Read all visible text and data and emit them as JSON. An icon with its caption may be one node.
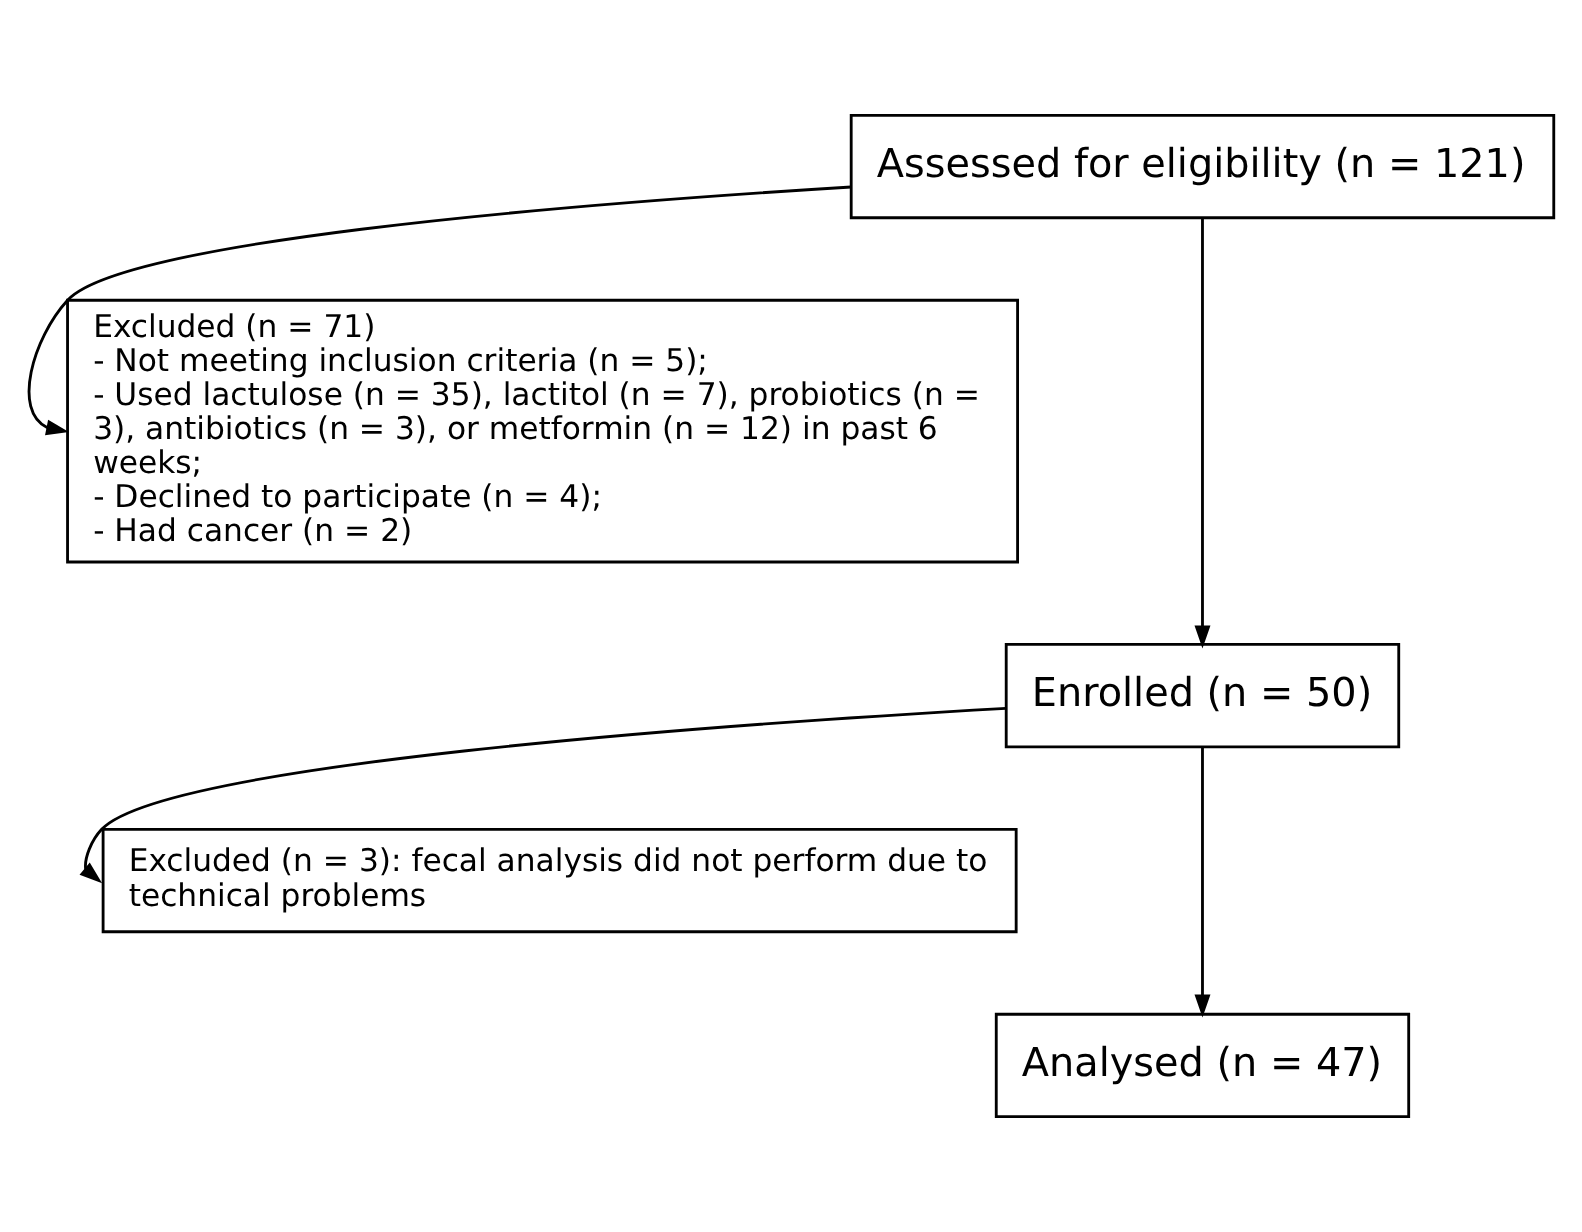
{
  "diagram": {
    "nodes": [
      {
        "text": [
          "Assessed for eligibility (n = 121)"
        ]
      },
      {
        "text": [
          "Excluded (n = 71)",
          "- Not meeting inclusion criteria (n = 5);",
          "- Used lactulose (n = 35), lactitol (n = 7), probiotics (n = 3), antibiotics (n = 3), or metformin (n = 12) in past 6 weeks;",
          "- Declined to participate (n = 4);",
          "- Had cancer (n = 2)"
        ]
      },
      {
        "text": [
          "Enrolled (n = 50)"
        ]
      },
      {
        "text": [
          "Excluded (n = 3): fecal analysis did not perform due to technical problems"
        ]
      },
      {
        "text": [
          "Analysed (n = 47)"
        ]
      }
    ],
    "edges": [
      {
        "from": 0,
        "to": 2,
        "arrow": "to"
      },
      {
        "from": 0,
        "to": 1,
        "arrow": "to"
      },
      {
        "from": 2,
        "to": 4,
        "arrow": "to"
      },
      {
        "from": 2,
        "to": 3,
        "arrow": "to"
      }
    ]
  }
}
